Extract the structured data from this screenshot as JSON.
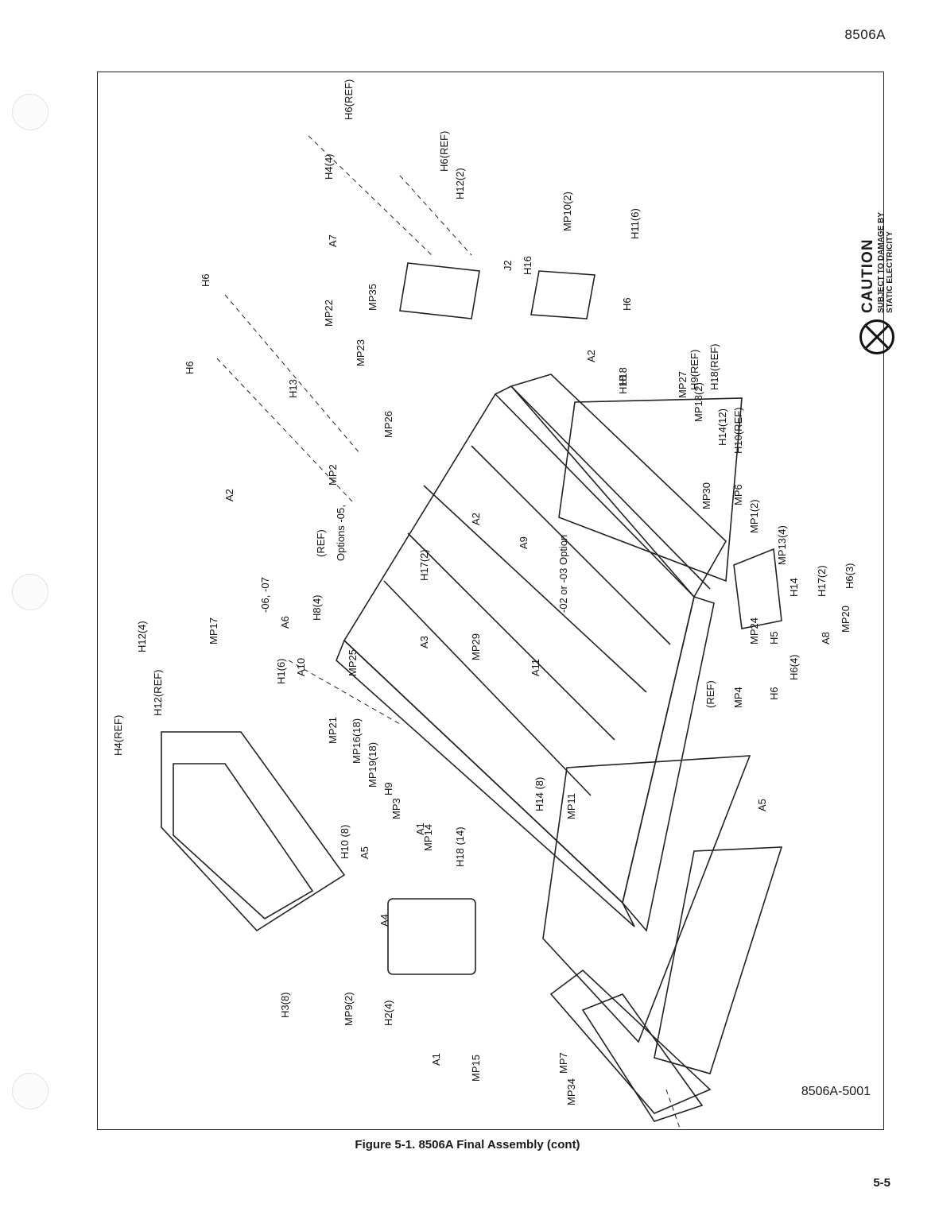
{
  "header": {
    "model": "8506A"
  },
  "caution": {
    "title": "CAUTION",
    "line1": "SUBJECT TO DAMAGE BY",
    "line2": "STATIC ELECTRICITY"
  },
  "figure": {
    "drawing_number": "8506A-5001",
    "caption": "Figure 5-1. 8506A Final Assembly (cont)"
  },
  "footer": {
    "page_number": "5-5"
  },
  "callouts": [
    "H6(REF)",
    "H4(4)",
    "H6(REF)",
    "H12(2)",
    "MP10(2)",
    "A7",
    "H6",
    "J2",
    "H16",
    "H11(6)",
    "MP22",
    "MP35",
    "H6",
    "MP23",
    "H6",
    "A2",
    "H18",
    "H13",
    "MP27",
    "H9(REF)",
    "H18(REF)",
    "MP18(2)",
    "MP26",
    "H14(12)",
    "H10(REF)",
    "MP2",
    "A2",
    "MP30",
    "MP6",
    "MP1(2)",
    "A2",
    "A9",
    "H18",
    "(REF)",
    "Options -05,",
    "-06, -07",
    "A6",
    "H17(2)",
    "H8(4)",
    "MP13(4)",
    "H14",
    "H17(2)",
    "H6(3)",
    "A10",
    "A3",
    "H1(6)",
    "MP20",
    "MP24",
    "H5",
    "A8",
    "-02 or -03 Option",
    "A11",
    "MP29",
    "MP25",
    "H6(4)",
    "MP21",
    "H6",
    "(REF)",
    "MP4",
    "MP16(18)",
    "MP19(18)",
    "H9",
    "H4(REF)",
    "H12(4)",
    "H12(REF)",
    "MP17",
    "MP3",
    "A1",
    "MP11",
    "A5",
    "H14 (8)",
    "H10 (8)",
    "A5",
    "MP14",
    "H18 (14)",
    "A4",
    "H3(8)",
    "MP9(2)",
    "H2(4)",
    "A1",
    "MP15",
    "MP7",
    "MP34"
  ]
}
